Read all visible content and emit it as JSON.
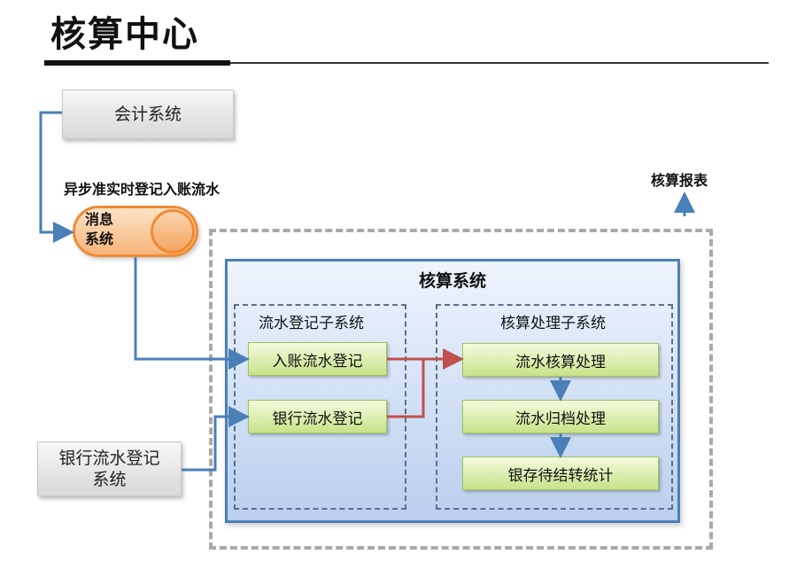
{
  "title": "核算中心",
  "nodes": {
    "accounting_system": "会计系统",
    "async_label": "异步准实时登记入账流水",
    "message_system_line1": "消息",
    "message_system_line2": "系统",
    "report_label": "核算报表",
    "core_system": "核算系统",
    "flow_sub_system": "流水登记子系统",
    "accounting_sub_system": "核算处理子系统",
    "entry_flow_register": "入账流水登记",
    "bank_flow_register": "银行流水登记",
    "flow_accounting": "流水核算处理",
    "flow_archive": "流水归档处理",
    "deposit_stats": "银存待结转统计",
    "bank_system_line1": "银行流水登记",
    "bank_system_line2": "系统"
  },
  "colors": {
    "blue_line": "#4a7fb8",
    "red_line": "#c0504d",
    "orange": "#ef8a33",
    "green": "#9ec35a"
  }
}
